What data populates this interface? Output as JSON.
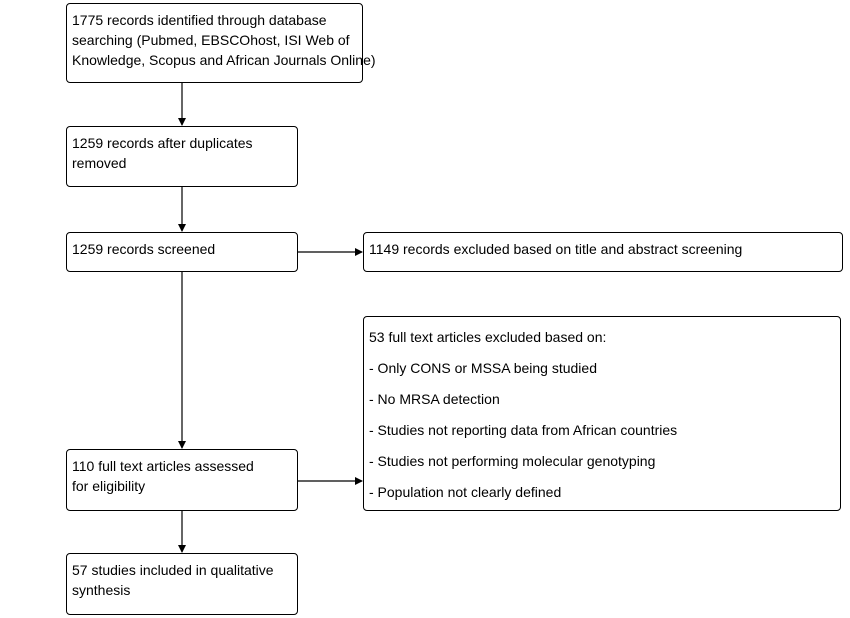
{
  "boxes": {
    "identified": {
      "lines": [
        "1775 records identified through database",
        "searching (Pubmed, EBSCOhost, ISI Web of",
        "Knowledge, Scopus and African Journals Online)"
      ]
    },
    "duplicates_removed": {
      "lines": [
        "1259 records after duplicates",
        "removed"
      ]
    },
    "screened": {
      "lines": [
        "1259 records screened"
      ]
    },
    "excluded_screening": {
      "lines": [
        "1149 records excluded based on title and abstract screening"
      ]
    },
    "fulltext_excluded": {
      "heading": "53 full text articles excluded based on:",
      "reasons": [
        "- Only CONS or MSSA being studied",
        "- No MRSA detection",
        "- Studies not reporting data from African countries",
        "- Studies not performing molecular genotyping",
        "- Population not clearly defined"
      ]
    },
    "eligibility": {
      "lines": [
        "110 full text articles assessed",
        "for eligibility"
      ]
    },
    "included": {
      "lines": [
        "57 studies included in qualitative",
        "synthesis"
      ]
    }
  },
  "colors": {
    "stroke": "#000000",
    "background": "#ffffff"
  }
}
